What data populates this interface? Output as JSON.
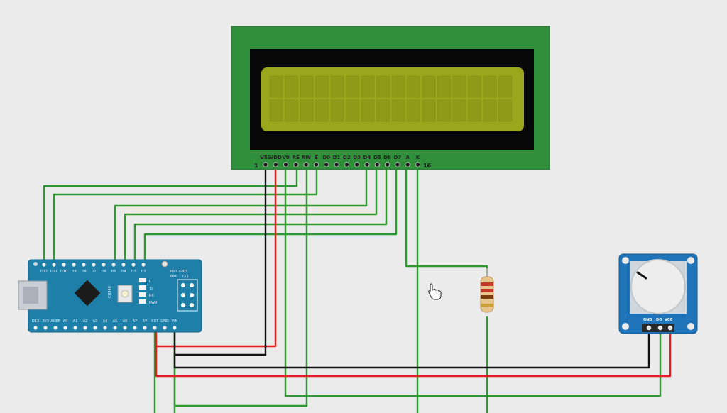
{
  "colors": {
    "background": "#ebebeb",
    "lcd_board": "#2f8f3a",
    "lcd_screen": "#9aa61c",
    "nano_board": "#1e7fa8",
    "encoder_board": "#1f73b8",
    "wire_green": "#2e9a2e",
    "wire_red": "#e02020",
    "wire_black": "#111111"
  },
  "lcd": {
    "pin_labels": [
      "VSS",
      "VDD",
      "V0",
      "RS",
      "RW",
      "E",
      "D0",
      "D1",
      "D2",
      "D3",
      "D4",
      "D5",
      "D6",
      "D7",
      "A",
      "K"
    ],
    "first_pin_number": "1",
    "last_pin_number": "16"
  },
  "nano": {
    "top_labels": [
      "D12",
      "D11",
      "D10",
      "D9",
      "D8",
      "D7",
      "D6",
      "D5",
      "D4",
      "D3",
      "D2"
    ],
    "bottom_labels": [
      "D13",
      "3V3",
      "AREF",
      "A0",
      "A1",
      "A2",
      "A3",
      "A4",
      "A5",
      "A6",
      "A7",
      "5V",
      "RST",
      "GND",
      "VIN"
    ],
    "chip_label": "CH340",
    "led_labels": [
      "L",
      "TX",
      "RX",
      "PWR"
    ],
    "reset_labels": [
      "RST",
      "GND",
      "RX0",
      "TX1"
    ]
  },
  "encoder": {
    "pin_labels": [
      "GND",
      "DO",
      "VCC"
    ]
  },
  "cursor_icon": "hand-pointer-icon"
}
